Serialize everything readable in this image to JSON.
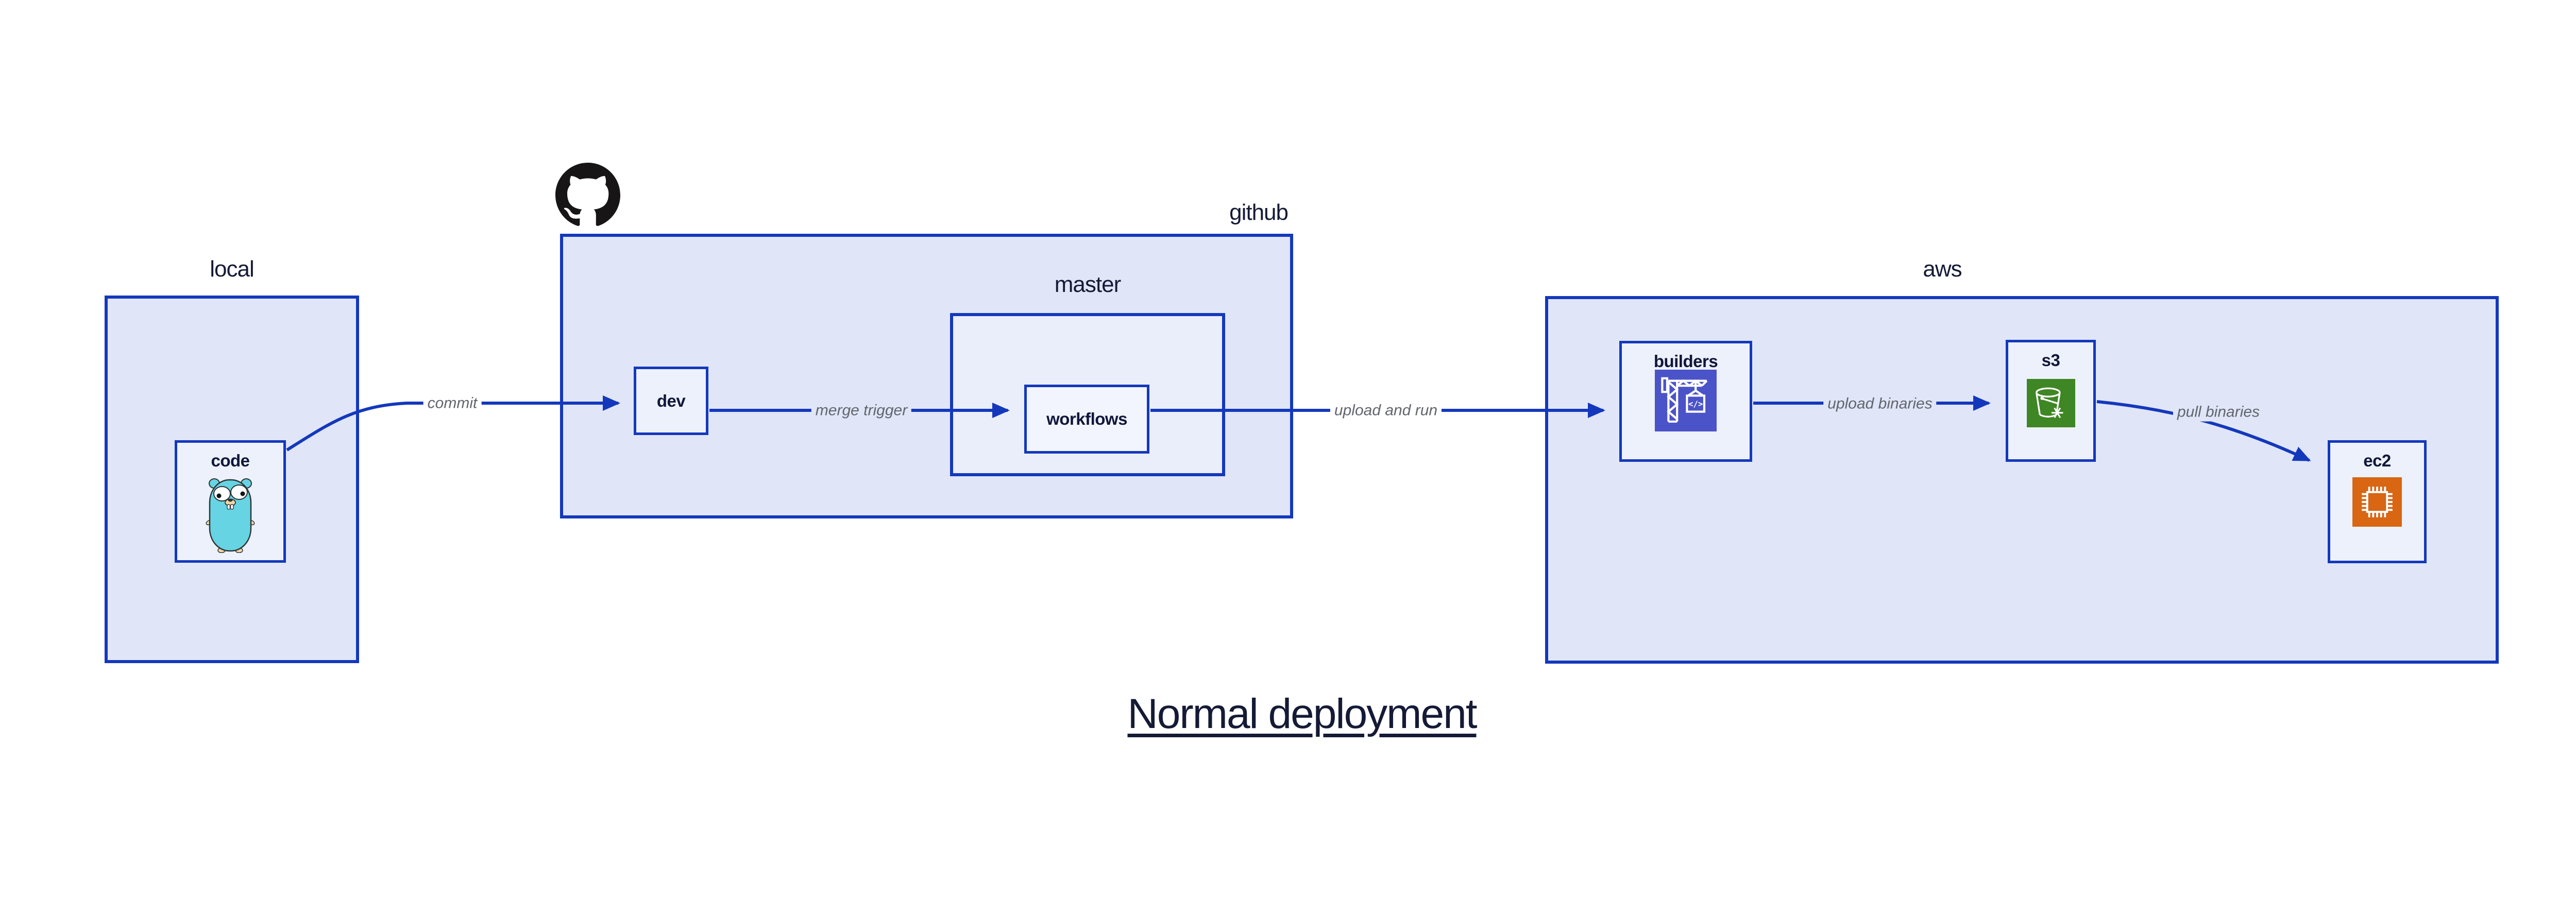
{
  "title": {
    "text": "Normal deployment"
  },
  "containers": {
    "local": {
      "label": "local"
    },
    "github": {
      "label": "github",
      "logo_icon": "github-octocat-icon"
    },
    "master": {
      "label": "master"
    },
    "aws": {
      "label": "aws"
    }
  },
  "nodes": {
    "code": {
      "label": "code",
      "icon": "go-gopher-icon"
    },
    "dev": {
      "label": "dev"
    },
    "workflows": {
      "label": "workflows"
    },
    "builders": {
      "label": "builders",
      "icon": "aws-codebuild-icon"
    },
    "s3": {
      "label": "s3",
      "icon": "aws-s3-bucket-icon"
    },
    "ec2": {
      "label": "ec2",
      "icon": "aws-ec2-chip-icon"
    }
  },
  "edges": [
    {
      "from": "code",
      "to": "dev",
      "label": "commit"
    },
    {
      "from": "dev",
      "to": "workflows",
      "label": "merge trigger"
    },
    {
      "from": "workflows",
      "to": "builders",
      "label": "upload and run"
    },
    {
      "from": "builders",
      "to": "s3",
      "label": "upload binaries"
    },
    {
      "from": "s3",
      "to": "ec2",
      "label": "pull binaries"
    }
  ],
  "colors": {
    "background": "#FFFFFF",
    "border_blue": "#1438BC",
    "container_fill": "#E0E6F8",
    "subcontainer_fill": "#EAEEFA",
    "node_fill": "#EDF1FB",
    "label_navy": "#151A36",
    "node_label_navy": "#10173A",
    "edge_label_gray": "#62656D",
    "codebuild_purple": "#4B53C8",
    "s3_green": "#3F8624",
    "ec2_orange": "#D86613",
    "gopher_teal": "#66D4E2",
    "octocat_black": "#171515"
  }
}
